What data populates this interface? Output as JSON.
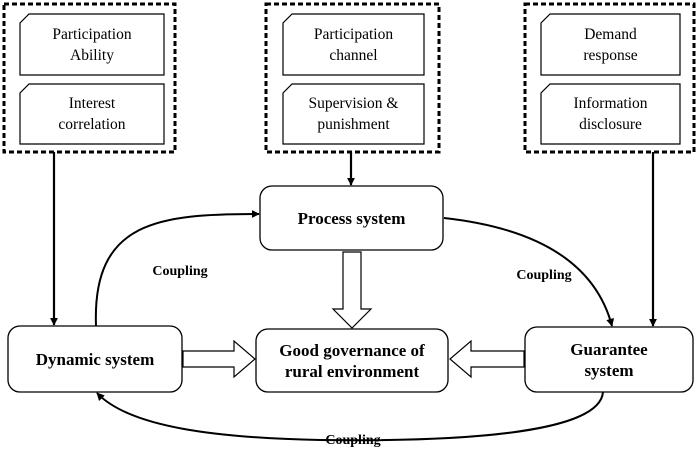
{
  "groups": {
    "left": {
      "cards": [
        "Participation\nAbility",
        "Interest\ncorrelation"
      ]
    },
    "middle": {
      "cards": [
        "Participation\nchannel",
        "Supervision &\npunishment"
      ]
    },
    "right": {
      "cards": [
        "Demand\nresponse",
        "Information\ndisclosure"
      ]
    }
  },
  "systems": {
    "process": "Process system",
    "dynamic": "Dynamic system",
    "guarantee": "Guarantee\nsystem",
    "goal": "Good governance of\nrural environment"
  },
  "couplings": {
    "left": "Coupling",
    "right": "Coupling",
    "bottom": "Coupling"
  }
}
